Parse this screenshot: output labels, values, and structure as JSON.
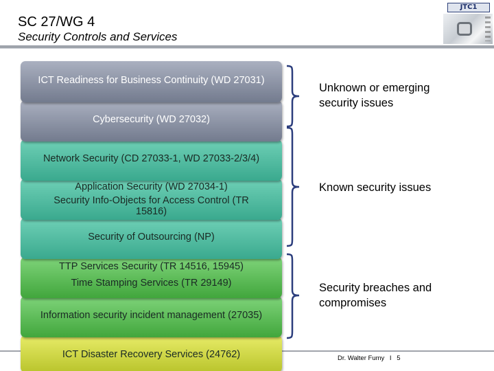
{
  "header": {
    "title": "SC 27/WG 4",
    "subtitle": "Security Controls and Services",
    "logo_badge": "JTC1"
  },
  "layers": [
    {
      "lines": [
        "ICT Readiness for Business Continuity (WD 27031)"
      ]
    },
    {
      "lines": [
        "Cybersecurity (WD 27032)"
      ]
    },
    {
      "lines": [
        "Network Security (CD 27033-1, WD 27033-2/3/4)"
      ]
    },
    {
      "lines": [
        "Application Security (WD 27034-1)",
        "Security Info-Objects for Access Control (TR 15816)"
      ]
    },
    {
      "lines": [
        "Security of Outsourcing (NP)"
      ]
    },
    {
      "lines": [
        "TTP Services Security (TR 14516, 15945)",
        "Time Stamping Services (TR 29149)"
      ]
    },
    {
      "lines": [
        "Information security incident management (27035)"
      ]
    },
    {
      "lines": [
        "ICT Disaster Recovery Services (24762)"
      ]
    }
  ],
  "groups": [
    {
      "label_lines": [
        "Unknown or emerging",
        "security issues"
      ]
    },
    {
      "label_lines": [
        "Known security issues"
      ]
    },
    {
      "label_lines": [
        "Security breaches and",
        "compromises"
      ]
    }
  ],
  "colors": {
    "layer_gray_top": "#aab0c0",
    "layer_gray_bottom": "#737b8e",
    "layer_teal_top": "#6fd0b6",
    "layer_teal_bottom": "#3aa98e",
    "layer_green_top": "#7fd47a",
    "layer_green_bottom": "#41a63c",
    "layer_yellow_top": "#e8ec68",
    "layer_yellow_bottom": "#b9c42c",
    "bracket": "#2b3d7c"
  },
  "footer": {
    "author": "Dr. Walter Fumy",
    "separator": "I",
    "page": "5"
  }
}
